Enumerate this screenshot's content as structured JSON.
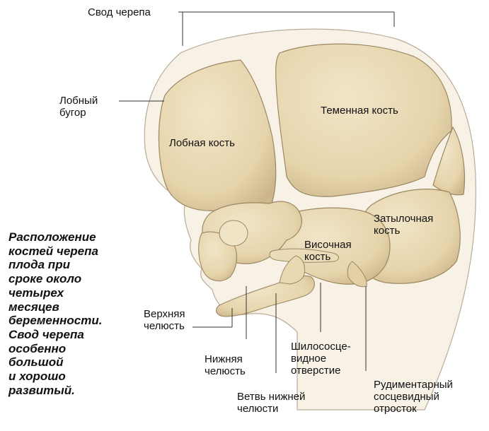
{
  "labels": {
    "skull_vault": "Свод черепа",
    "frontal_tuber": [
      "Лобный",
      "бугор"
    ],
    "parietal_bone": "Теменная кость",
    "frontal_bone": "Лобная кость",
    "occipital_bone": [
      "Затылочная",
      "кость"
    ],
    "temporal_bone": [
      "Височная",
      "кость"
    ],
    "maxilla": [
      "Верхняя",
      "челюсть"
    ],
    "mandible": [
      "Нижняя",
      "челюсть"
    ],
    "stylomastoid": [
      "Шилососце-",
      "видное",
      "отверстие"
    ],
    "mandible_ramus": [
      "Ветвь нижней",
      "челюсти"
    ],
    "mastoid": [
      "Рудиментарный",
      "сосцевидный",
      "отросток"
    ]
  },
  "caption": [
    "Расположение",
    "костей черепа",
    "плода при",
    "сроке около",
    "четырех",
    "месяцев",
    "беременности.",
    "Свод черепа",
    "особенно",
    "большой",
    "и хорошо",
    "развитый."
  ],
  "colors": {
    "bone": "#e8d8b2",
    "bone_shadow": "#c9b389",
    "bone_edge": "#9a8862",
    "skin": "#f6f0e4",
    "leader": "#333333"
  }
}
